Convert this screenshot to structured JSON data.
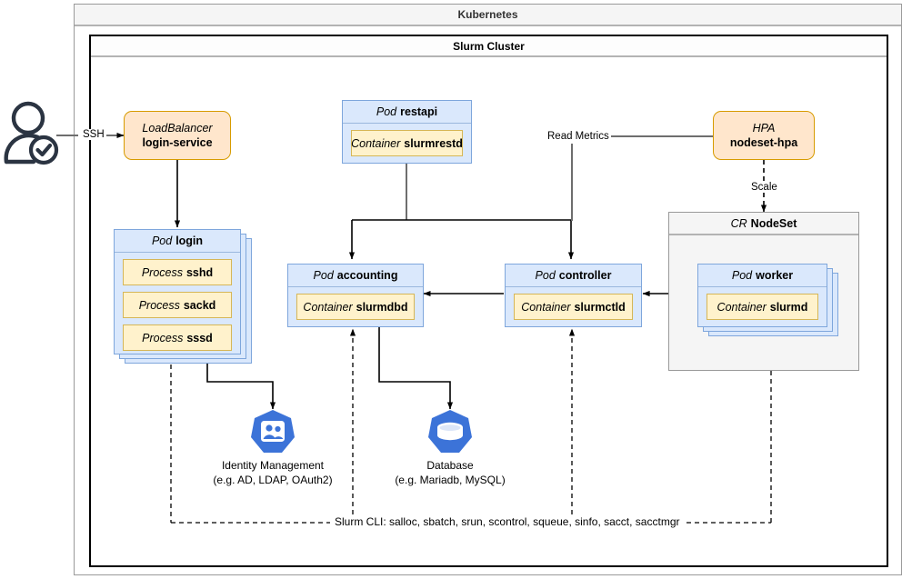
{
  "frames": {
    "kubernetes_title": "Kubernetes",
    "slurm_title": "Slurm Cluster"
  },
  "actor": {
    "icon": "user-verified-icon",
    "edge_label": "SSH"
  },
  "nodes": {
    "loadbalancer": {
      "kind": "LoadBalancer",
      "name": "login-service"
    },
    "hpa": {
      "kind": "HPA",
      "name": "nodeset-hpa"
    },
    "pod_login": {
      "kind": "Pod",
      "name": "login",
      "children": [
        {
          "kind": "Process",
          "name": "sshd"
        },
        {
          "kind": "Process",
          "name": "sackd"
        },
        {
          "kind": "Process",
          "name": "sssd"
        }
      ]
    },
    "pod_restapi": {
      "kind": "Pod",
      "name": "restapi",
      "children": [
        {
          "kind": "Container",
          "name": "slurmrestd"
        }
      ]
    },
    "pod_accounting": {
      "kind": "Pod",
      "name": "accounting",
      "children": [
        {
          "kind": "Container",
          "name": "slurmdbd"
        }
      ]
    },
    "pod_controller": {
      "kind": "Pod",
      "name": "controller",
      "children": [
        {
          "kind": "Container",
          "name": "slurmctld"
        }
      ]
    },
    "cr_nodeset": {
      "kind": "CR",
      "name": "NodeSet"
    },
    "pod_worker": {
      "kind": "Pod",
      "name": "worker",
      "children": [
        {
          "kind": "Container",
          "name": "slurmd"
        }
      ]
    }
  },
  "external": {
    "identity": {
      "icon": "identity-management-icon",
      "line1": "Identity Management",
      "line2": "(e.g. AD, LDAP, OAuth2)"
    },
    "database": {
      "icon": "database-icon",
      "line1": "Database",
      "line2": "(e.g. Mariadb, MySQL)"
    }
  },
  "edges": {
    "read_metrics": "Read Metrics",
    "scale": "Scale",
    "cli": "Slurm CLI: salloc, sbatch, srun, scontrol, squeue, sinfo, sacct, sacctmgr"
  },
  "colors": {
    "pod_fill": "#dae8fc",
    "pod_stroke": "#7ea6dc",
    "container_fill": "#fff2cc",
    "container_stroke": "#d6b656",
    "service_fill": "#ffe6cc",
    "service_stroke": "#d79b00",
    "group_fill": "#f5f5f5",
    "k8s_blue": "#3c73d8",
    "actor_navy": "#2b3442",
    "edge_gray": "#6e6e6e",
    "edge_black": "#000000"
  }
}
